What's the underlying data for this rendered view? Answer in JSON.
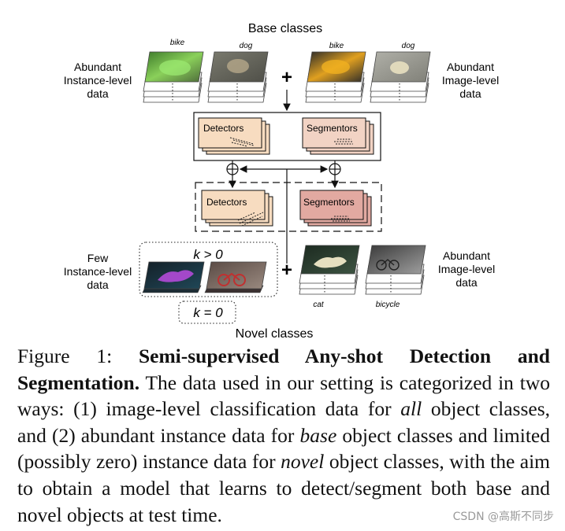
{
  "figure": {
    "top_title": "Base classes",
    "bottom_title": "Novel classes",
    "left_top_label": [
      "Abundant",
      "Instance-level",
      "data"
    ],
    "right_top_label": [
      "Abundant",
      "Image-level",
      "data"
    ],
    "left_bottom_label": [
      "Few",
      "Instance-level",
      "data"
    ],
    "right_bottom_label": [
      "Abundant",
      "Image-level",
      "data"
    ],
    "top_images": [
      "bike",
      "dog",
      "bike",
      "dog"
    ],
    "bottom_images": [
      "cat",
      "bicycle"
    ],
    "detectors_label": "Detectors",
    "segmentors_label": "Segmentors",
    "k_gt": "k > 0",
    "k_eq": "k = 0",
    "plus": "+",
    "oplus": "⊕"
  },
  "caption": {
    "prefix": "Figure 1: ",
    "bold": "Semi-supervised Any-shot Detection and Segmentation.",
    "text1": " The data used in our setting is categorized in two ways: (1) image-level classification data for ",
    "em1": "all",
    "text2": " object classes, and (2) abundant instance data for ",
    "em2": "base",
    "text3": " object classes and limited (possibly zero) instance data for ",
    "em3": "novel",
    "text4": " object classes, with the aim to obtain a model that learns to detect/segment both base and novel objects at test time."
  },
  "watermark": "CSDN @高斯不同步",
  "colors": {
    "detector_fill": "#f7dcc0",
    "segmentor_fill": "#e2a9a1",
    "line": "#111111"
  }
}
